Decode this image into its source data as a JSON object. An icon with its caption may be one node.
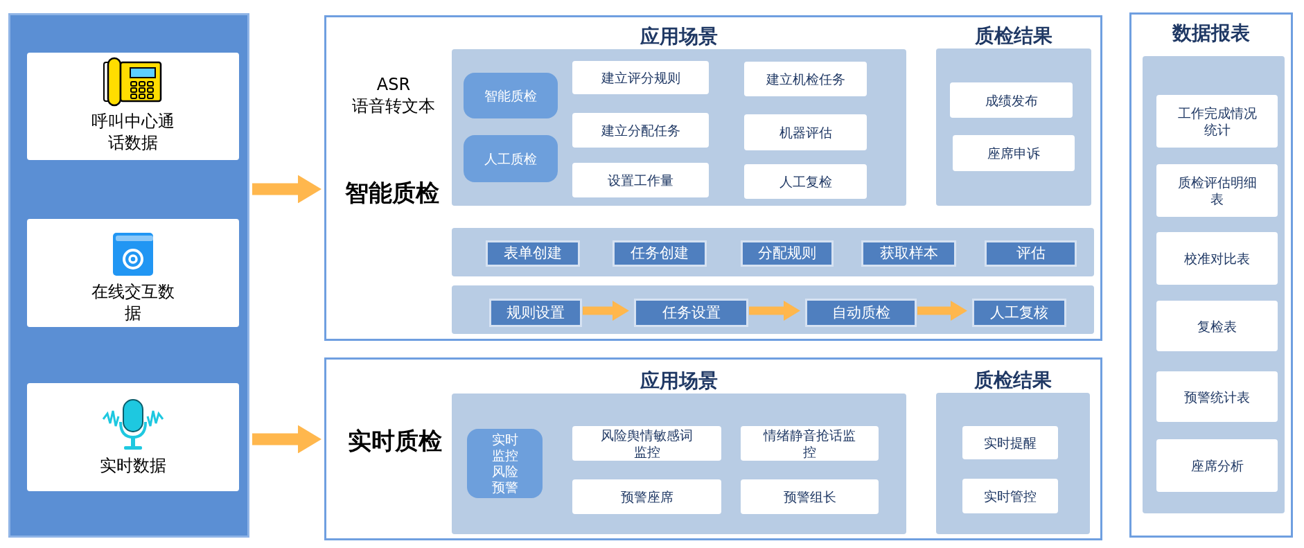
{
  "diagram": {
    "nodes": [
      {
        "text": [],
        "shape": "box"
      },
      {
        "text": [
          "呼叫中心通话数据"
        ],
        "in": 0
      },
      {
        "text": [
          "在线交互数据"
        ],
        "in": 0
      },
      {
        "text": [
          "实时数据"
        ],
        "in": 0
      },
      {
        "text": [
          "ASR 语音转文本",
          "智能质检"
        ]
      },
      {
        "text": [
          "应用场景"
        ],
        "in": 4
      },
      {
        "text": [
          "智能质检"
        ],
        "in": 5
      },
      {
        "text": [
          "人工质检"
        ],
        "in": 5
      },
      {
        "text": [
          "建立评分规则"
        ],
        "in": 5
      },
      {
        "text": [
          "建立机检任务"
        ],
        "in": 5
      },
      {
        "text": [
          "建立分配任务"
        ],
        "in": 5
      },
      {
        "text": [
          "机器评估"
        ],
        "in": 5
      },
      {
        "text": [
          "设置工作量"
        ],
        "in": 5
      },
      {
        "text": [
          "人工复检"
        ],
        "in": 5
      },
      {
        "text": [
          "质检结果"
        ],
        "in": 4
      },
      {
        "text": [
          "成绩发布"
        ],
        "in": 14
      },
      {
        "text": [
          "座席申诉"
        ],
        "in": 14
      },
      {
        "text": [],
        "shape": "box",
        "in": 4
      },
      {
        "text": [
          "表单创建"
        ],
        "in": 17
      },
      {
        "text": [
          "任务创建"
        ],
        "in": 17
      },
      {
        "text": [
          "分配规则"
        ],
        "in": 17
      },
      {
        "text": [
          "获取样本"
        ],
        "in": 17
      },
      {
        "text": [
          "评估"
        ],
        "in": 17
      },
      {
        "text": [],
        "shape": "box",
        "in": 4
      },
      {
        "text": [
          "规则设置"
        ],
        "in": 23
      },
      {
        "text": [
          "任务设置"
        ],
        "in": 23
      },
      {
        "text": [
          "自动质检"
        ],
        "in": 23
      },
      {
        "text": [
          "人工复核"
        ],
        "in": 23
      },
      {
        "text": [
          "实时质检"
        ]
      },
      {
        "text": [
          "应用场景"
        ],
        "in": 28
      },
      {
        "text": [
          "实时监控风险预警"
        ],
        "in": 29
      },
      {
        "text": [
          "风险舆情敏感词监控"
        ],
        "in": 29
      },
      {
        "text": [
          "情绪静音抢话监控"
        ],
        "in": 29
      },
      {
        "text": [
          "预警座席"
        ],
        "in": 29
      },
      {
        "text": [
          "预警组长"
        ],
        "in": 29
      },
      {
        "text": [
          "质检结果"
        ],
        "in": 28
      },
      {
        "text": [
          "实时提醒"
        ],
        "in": 35
      },
      {
        "text": [
          "实时管控"
        ],
        "in": 35
      },
      {
        "text": [
          "数据报表"
        ]
      },
      {
        "text": [],
        "shape": "box",
        "in": 38
      },
      {
        "text": [
          "工作完成情况统计"
        ],
        "in": 39
      },
      {
        "text": [
          "质检评估明细表"
        ],
        "in": 39
      },
      {
        "text": [
          "校准对比表"
        ],
        "in": 39
      },
      {
        "text": [
          "复检表"
        ],
        "in": 39
      },
      {
        "text": [
          "预警统计表"
        ],
        "in": 39
      },
      {
        "text": [
          "座席分析"
        ],
        "in": 39
      }
    ],
    "edges": [
      {
        "from": 0,
        "to": 4,
        "arrow": "to"
      },
      {
        "from": 0,
        "to": 28,
        "arrow": "to"
      },
      {
        "from": 24,
        "to": 25,
        "arrow": "to"
      },
      {
        "from": 25,
        "to": 26,
        "arrow": "to"
      },
      {
        "from": 26,
        "to": 27,
        "arrow": "to"
      }
    ]
  }
}
